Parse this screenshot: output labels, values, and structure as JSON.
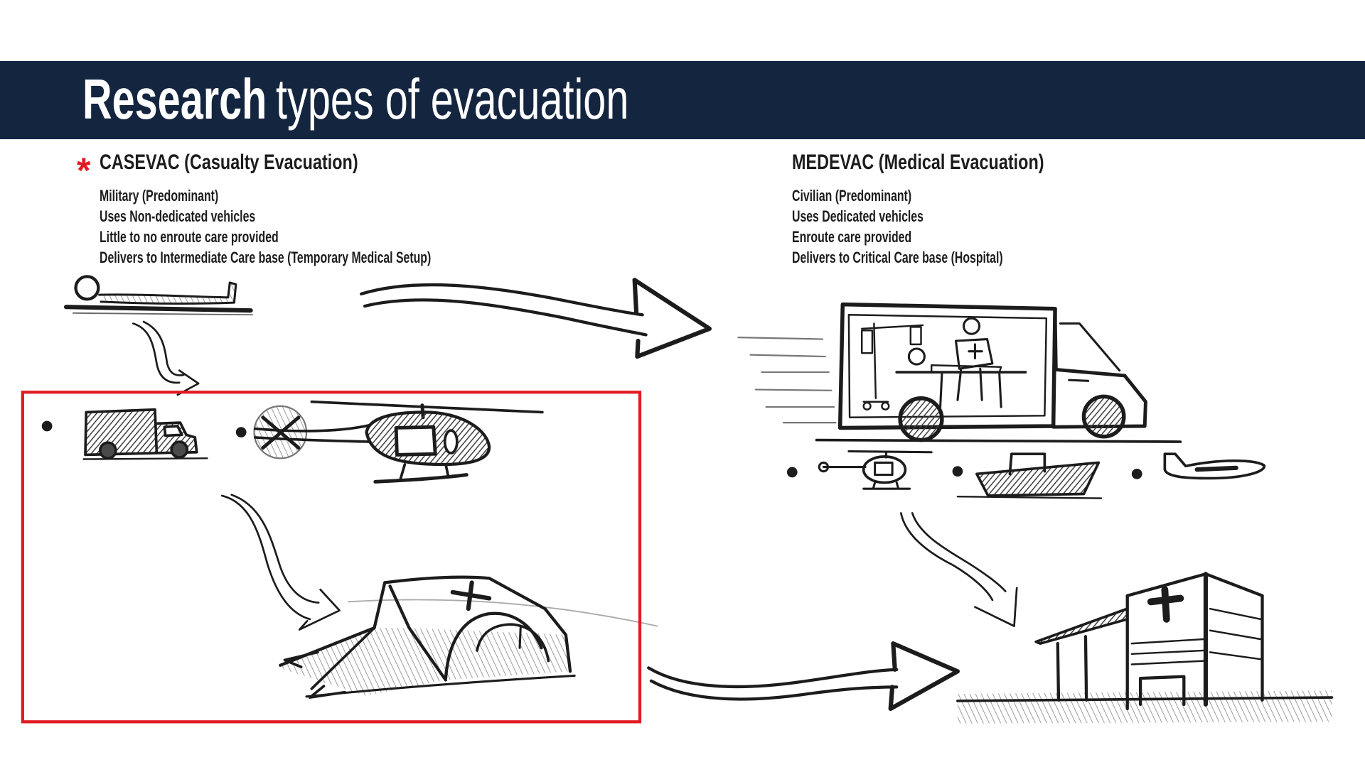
{
  "slide": {
    "title_bold": "Research",
    "title_light": "types of evacuation"
  },
  "casevac": {
    "marker": "*",
    "heading": "CASEVAC (Casualty Evacuation)",
    "items": [
      "Military (Predominant)",
      "Uses Non-dedicated vehicles",
      "Little to no enroute care provided",
      "Delivers to Intermediate Care base (Temporary Medical Setup)"
    ]
  },
  "medevac": {
    "heading": "MEDEVAC (Medical Evacuation)",
    "items": [
      "Civilian (Predominant)",
      "Uses Dedicated vehicles",
      "Enroute care provided",
      "Delivers to Critical Care base (Hospital)"
    ]
  },
  "icons": {
    "casualty": "patient-on-stretcher-icon",
    "casevac_vehicles": [
      "military-truck-icon",
      "helicopter-icon"
    ],
    "casevac_destination": "field-tent-icon",
    "medevac_vehicles": [
      "ambulance-icon",
      "medevac-helicopter-icon",
      "boat-icon",
      "airplane-icon"
    ],
    "medevac_destination": "hospital-icon"
  },
  "colors": {
    "header_bg": "#14253f",
    "accent": "#e11b22",
    "ink": "#1c1c1c"
  }
}
